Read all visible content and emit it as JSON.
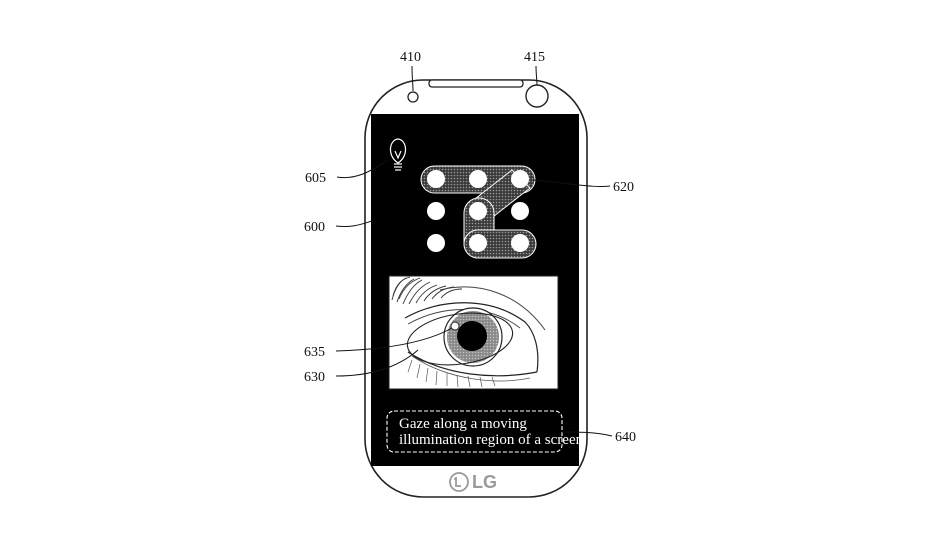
{
  "labels": {
    "sensor_small": "410",
    "camera": "415",
    "bulb": "605",
    "display": "600",
    "pattern": "620",
    "pupil_glint": "635",
    "eye_image": "630",
    "message": "640"
  },
  "message": {
    "line1": "Gaze along a moving",
    "line2": "illumination region of a screen"
  },
  "brand": "LG",
  "icons": {
    "bulb": "light-bulb-icon",
    "brand": "lg-logo-icon"
  },
  "pattern": {
    "highlighted_path": [
      1,
      2,
      3,
      5,
      8,
      9
    ]
  }
}
